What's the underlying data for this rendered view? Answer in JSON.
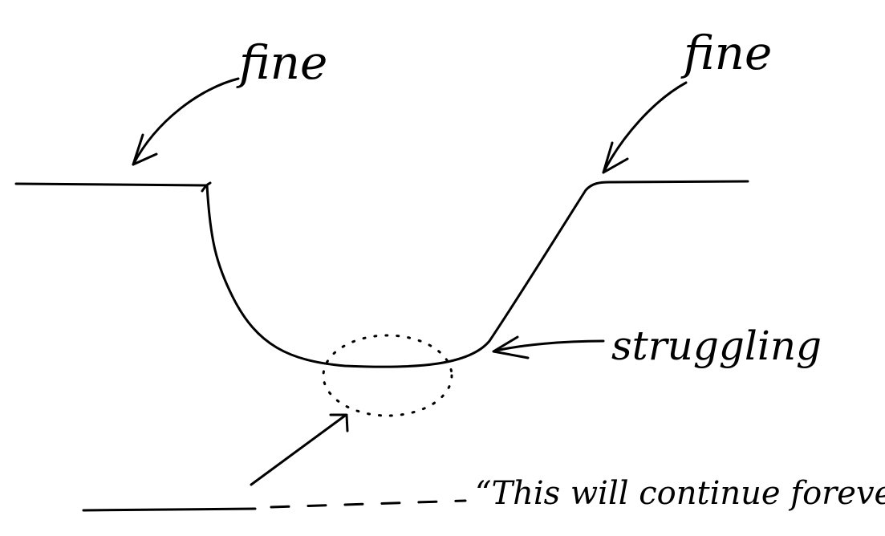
{
  "labels": {
    "fine_left": "fine",
    "fine_right": "fine",
    "struggling": "struggling",
    "quote": "“This will continue forever...”"
  },
  "colors": {
    "ink": "#000000",
    "background": "#ffffff"
  }
}
